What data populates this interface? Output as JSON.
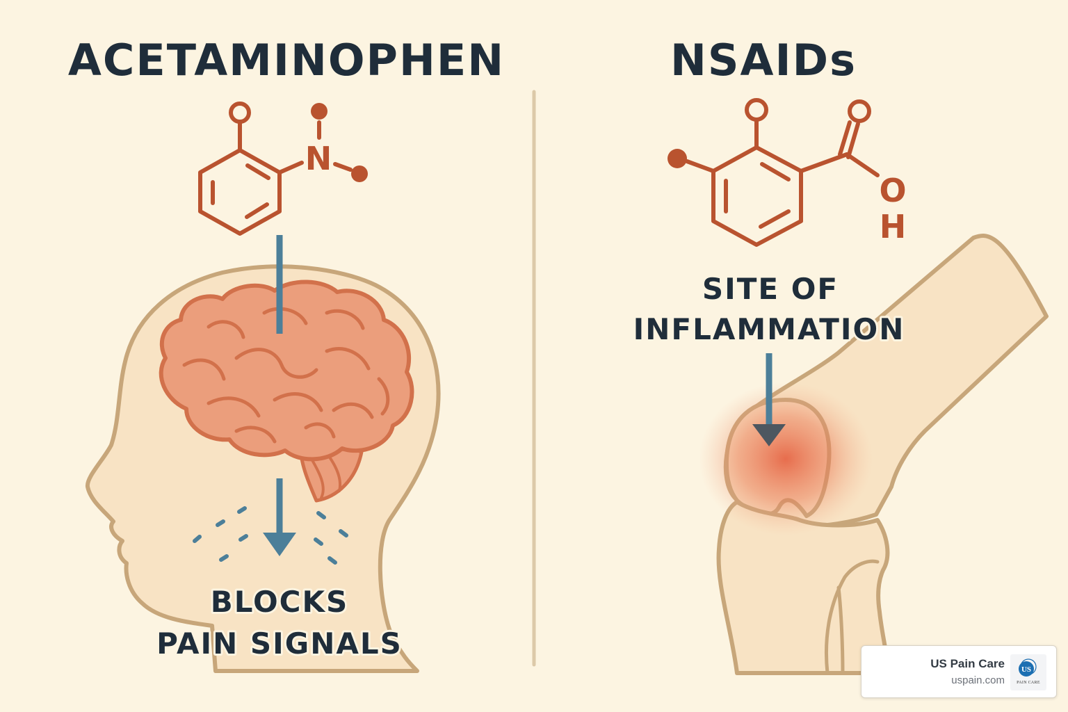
{
  "left_panel": {
    "title": "ACETAMINOPHEN",
    "molecule_atom": "N",
    "caption_line1": "BLOCKS",
    "caption_line2": "PAIN SIGNALS"
  },
  "right_panel": {
    "title": "NSAIDs",
    "molecule_atoms": [
      "O",
      "H"
    ],
    "caption_line1": "SITE OF",
    "caption_line2": "INFLAMMATION"
  },
  "badge": {
    "name": "US Pain Care",
    "url": "uspain.com",
    "logo_text": "PAIN CARE",
    "logo_icon": "us-pain-care-logo-icon"
  },
  "colors": {
    "background": "#fcf4e1",
    "text": "#1f2d3a",
    "molecule": "#b9532f",
    "arrow": "#4c7f99",
    "skin": "#f8e3c4",
    "outline": "#c7a67a",
    "brain": "#eb9e7c",
    "inflammation": "#e45a3a"
  }
}
